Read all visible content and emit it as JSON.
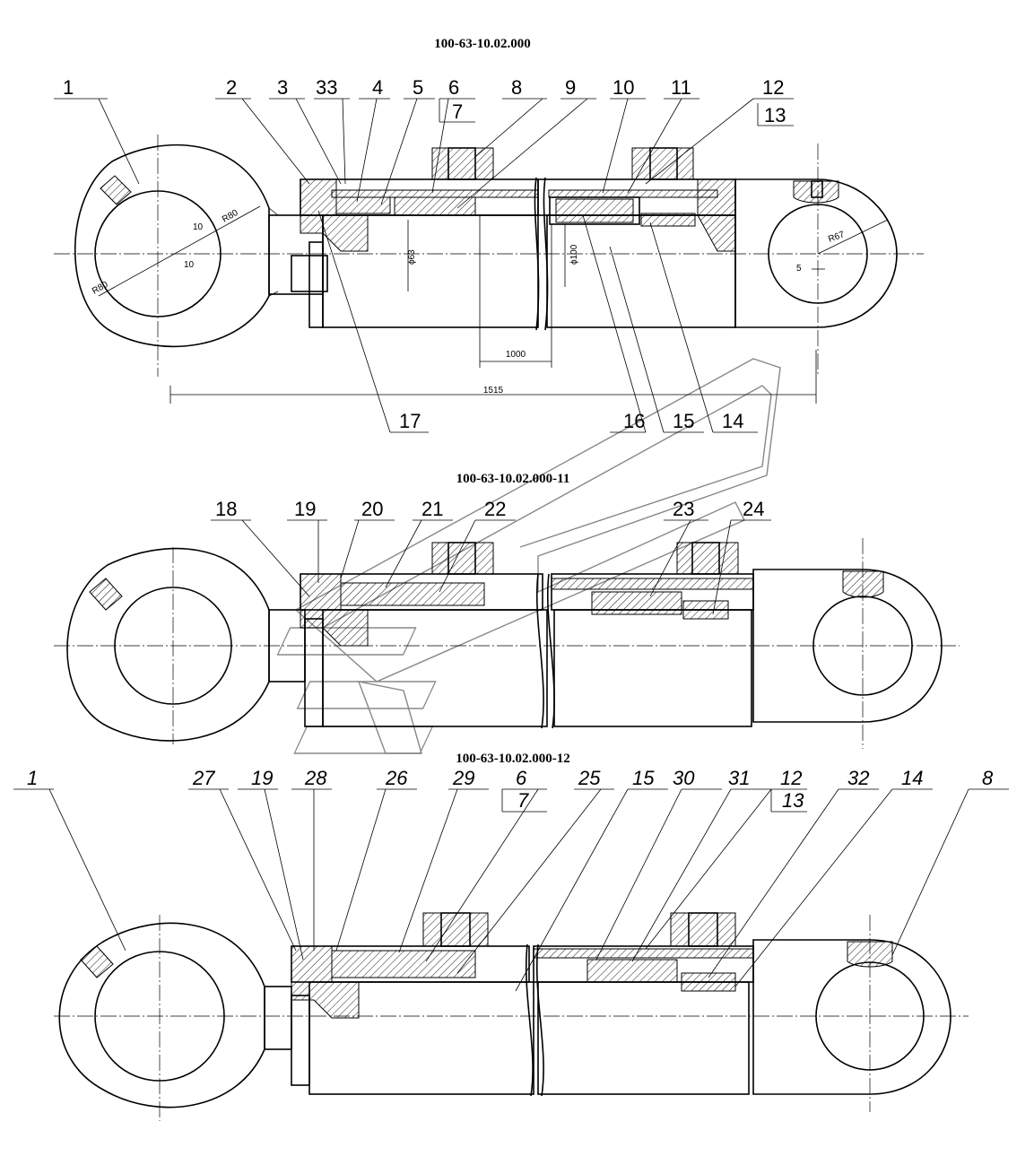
{
  "views": [
    {
      "id": "view-base",
      "title": "100-63-10.02.000"
    },
    {
      "id": "view-11",
      "title": "100-63-10.02.000-11"
    },
    {
      "id": "view-12",
      "title": "100-63-10.02.000-12"
    }
  ],
  "dimensions": {
    "r80_a": "R80",
    "r80_b": "R80",
    "r67": "R67",
    "d10_a": "10",
    "d10_b": "10",
    "d5": "5",
    "rod_dia": "ϕ63",
    "bore_dia": "ϕ100",
    "stroke": "1000",
    "length": "1515"
  },
  "callouts_view1": [
    "1",
    "2",
    "3",
    "33",
    "4",
    "5",
    "6",
    "7",
    "8",
    "9",
    "10",
    "11",
    "12",
    "13",
    "17",
    "16",
    "15",
    "14"
  ],
  "callouts_view2": [
    "18",
    "19",
    "20",
    "21",
    "22",
    "23",
    "24"
  ],
  "callouts_view3": [
    "1",
    "27",
    "19",
    "28",
    "26",
    "29",
    "6",
    "7",
    "25",
    "15",
    "30",
    "31",
    "12",
    "13",
    "32",
    "14",
    "8"
  ]
}
